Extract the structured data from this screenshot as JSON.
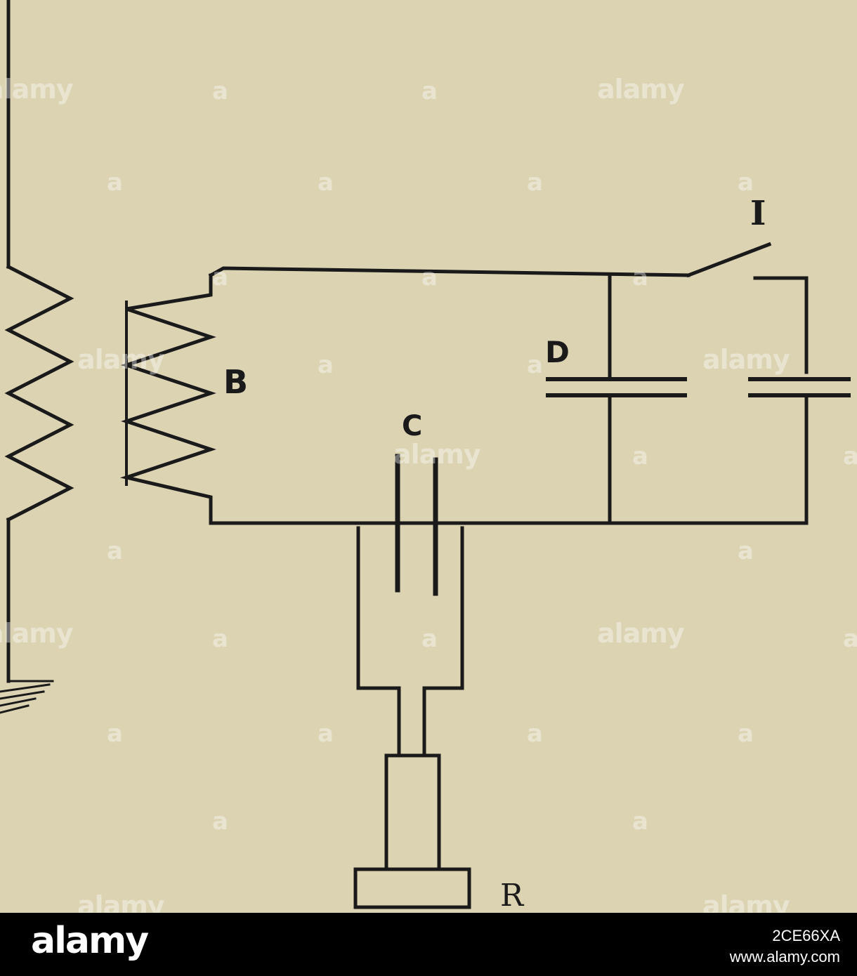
{
  "diagram": {
    "labels": {
      "B": "B",
      "C": "C",
      "D": "D",
      "I": "I",
      "R": "R"
    }
  },
  "watermark": {
    "text": "alamy",
    "short": "a"
  },
  "footer": {
    "logo": "alamy",
    "image_id": "2CE66XA",
    "url": "www.alamy.com"
  },
  "colors": {
    "paper": "#dcd3b3",
    "ink": "#1a1a1a",
    "footer_bg": "#000000",
    "footer_text": "#ffffff"
  }
}
